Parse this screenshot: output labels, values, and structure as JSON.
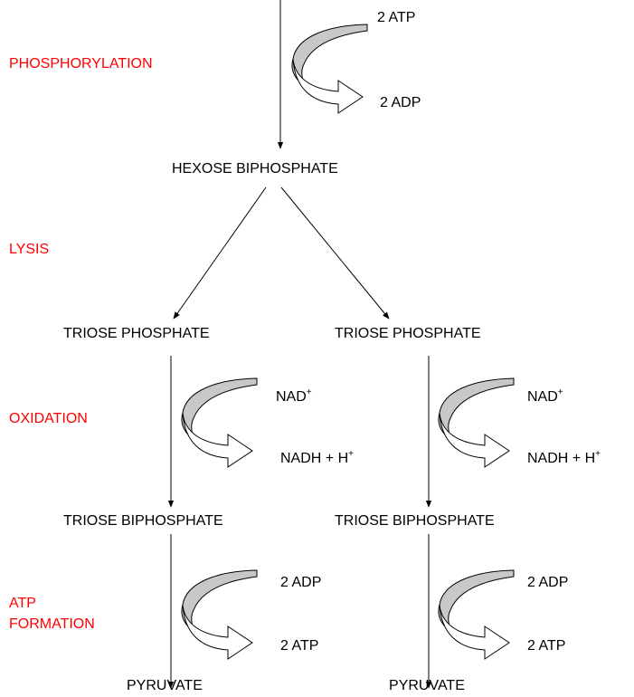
{
  "colors": {
    "stage": "#ff0000",
    "text": "#000000",
    "curve_fill": "#c8c8c8"
  },
  "stages": {
    "phosphorylation": "PHOSPHORYLATION",
    "lysis": "LYSIS",
    "oxidation": "OXIDATION",
    "atp_formation_line1": "ATP",
    "atp_formation_line2": "FORMATION"
  },
  "nodes": {
    "hexose": "HEXOSE BIPHOSPHATE",
    "triose_phosphate_left": "TRIOSE PHOSPHATE",
    "triose_phosphate_right": "TRIOSE PHOSPHATE",
    "triose_biphosphate_left": "TRIOSE BIPHOSPHATE",
    "triose_biphosphate_right": "TRIOSE BIPHOSPHATE",
    "pyruvate_left": "PYRUVATE",
    "pyruvate_right": "PYRUVATE"
  },
  "cofactors": {
    "phos_in": "2 ATP",
    "phos_out": "2 ADP",
    "ox_in_left": "NAD",
    "ox_in_left_sup": "+",
    "ox_out_left": "NADH + H",
    "ox_out_left_sup": "+",
    "ox_in_right": "NAD",
    "ox_in_right_sup": "+",
    "ox_out_right": "NADH + H",
    "ox_out_right_sup": "+",
    "atp_in_left": "2 ADP",
    "atp_out_left": "2 ATP",
    "atp_in_right": "2 ADP",
    "atp_out_right": "2 ATP"
  }
}
